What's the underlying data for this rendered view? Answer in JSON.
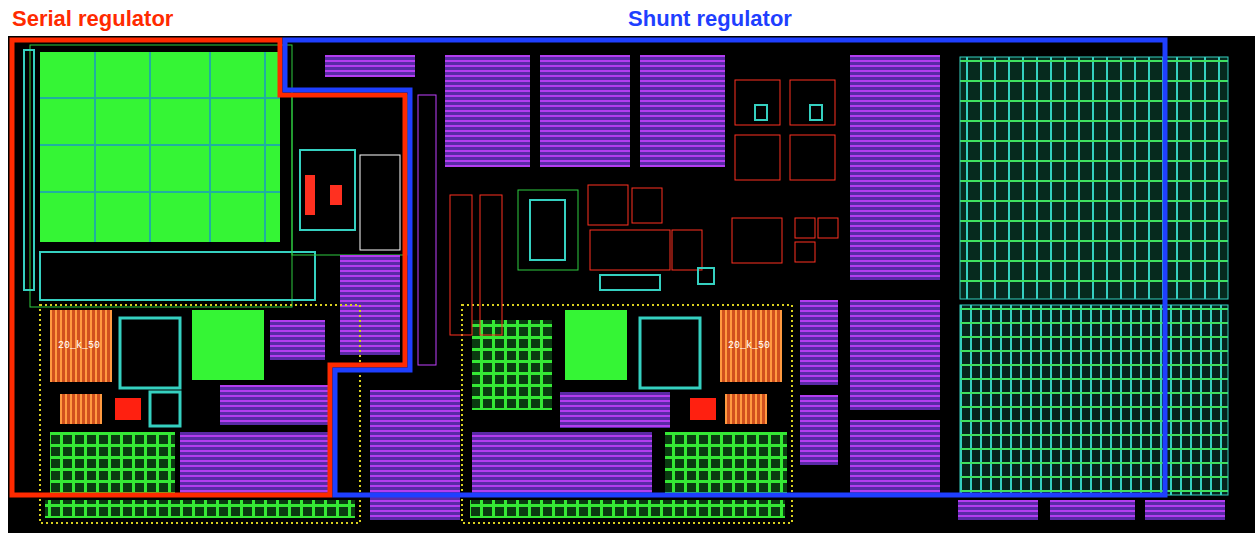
{
  "diagram": {
    "nodes": [
      {
        "text": [
          "Serial regulator"
        ]
      },
      {
        "text": [
          "Shunt regulator"
        ]
      }
    ],
    "labels": [
      "20_k_50",
      "20_k_50"
    ]
  }
}
